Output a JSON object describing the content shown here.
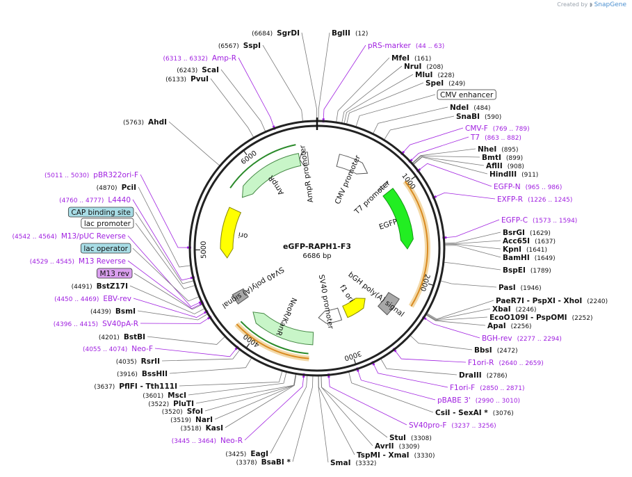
{
  "header": {
    "credit_prefix": "Created by",
    "credit_brand": "SnapGene"
  },
  "plasmid": {
    "name": "eGFP-RAPH1-F3",
    "size_label": "6686 bp",
    "length": 6686
  },
  "ticks": [
    {
      "label": "1000",
      "pos": 1000
    },
    {
      "label": "2000",
      "pos": 2000
    },
    {
      "label": "3000",
      "pos": 3000
    },
    {
      "label": "4000",
      "pos": 4000
    },
    {
      "label": "5000",
      "pos": 5000
    },
    {
      "label": "6000",
      "pos": 6000
    }
  ],
  "colors": {
    "feature": "#a020e0",
    "egfp": "#22ee22",
    "ori": "#ffff00",
    "orange": "#e8a040",
    "neo": "#c8f5c8",
    "amp": "#c8f5c8"
  },
  "labels": [
    {
      "name": "SgrDI",
      "pos": "(6684)",
      "kind": "site",
      "site": 6684
    },
    {
      "name": "BglII",
      "pos": "(12)",
      "kind": "site",
      "site": 12
    },
    {
      "name": "SspI",
      "pos": "(6567)",
      "kind": "site",
      "site": 6567
    },
    {
      "name": "pRS-marker",
      "pos": "(44 .. 63)",
      "kind": "feat",
      "site": 53
    },
    {
      "name": "Amp-R",
      "pos": "(6313 .. 6332)",
      "kind": "feat",
      "site": 6322
    },
    {
      "name": "MfeI",
      "pos": "(161)",
      "kind": "site",
      "site": 161
    },
    {
      "name": "ScaI",
      "pos": "(6243)",
      "kind": "site",
      "site": 6243
    },
    {
      "name": "NruI",
      "pos": "(208)",
      "kind": "site",
      "site": 208
    },
    {
      "name": "PvuI",
      "pos": "(6133)",
      "kind": "site",
      "site": 6133
    },
    {
      "name": "MluI",
      "pos": "(228)",
      "kind": "site",
      "site": 228
    },
    {
      "name": "SpeI",
      "pos": "(249)",
      "kind": "site",
      "site": 249
    },
    {
      "name": "CMV enhancer",
      "pos": "",
      "kind": "box",
      "site": 330
    },
    {
      "name": "NdeI",
      "pos": "(484)",
      "kind": "site",
      "site": 484
    },
    {
      "name": "AhdI",
      "pos": "(5763)",
      "kind": "site",
      "site": 5763
    },
    {
      "name": "SnaBI",
      "pos": "(590)",
      "kind": "site",
      "site": 590
    },
    {
      "name": "CMV-F",
      "pos": "(769 .. 789)",
      "kind": "feat",
      "site": 779
    },
    {
      "name": "T7",
      "pos": "(863 .. 882)",
      "kind": "feat",
      "site": 872
    },
    {
      "name": "NheI",
      "pos": "(895)",
      "kind": "site",
      "site": 895
    },
    {
      "name": "BmtI",
      "pos": "(899)",
      "kind": "site",
      "site": 899
    },
    {
      "name": "AflII",
      "pos": "(908)",
      "kind": "site",
      "site": 908
    },
    {
      "name": "HindIII",
      "pos": "(911)",
      "kind": "site",
      "site": 911
    },
    {
      "name": "pBR322ori-F",
      "pos": "(5011 .. 5030)",
      "kind": "feat",
      "site": 5020
    },
    {
      "name": "PciI",
      "pos": "(4870)",
      "kind": "site",
      "site": 4870
    },
    {
      "name": "EGFP-N",
      "pos": "(965 .. 986)",
      "kind": "feat",
      "site": 975
    },
    {
      "name": "L4440",
      "pos": "(4760 .. 4777)",
      "kind": "feat",
      "site": 4768
    },
    {
      "name": "EXFP-R",
      "pos": "(1226 .. 1245)",
      "kind": "feat",
      "site": 1235
    },
    {
      "name": "CAP binding site",
      "pos": "",
      "kind": "boxblue",
      "site": 4740
    },
    {
      "name": "lac promoter",
      "pos": "",
      "kind": "box",
      "site": 4700
    },
    {
      "name": "EGFP-C",
      "pos": "(1573 .. 1594)",
      "kind": "feat",
      "site": 1583
    },
    {
      "name": "M13/pUC Reverse",
      "pos": "(4542 .. 4564)",
      "kind": "feat",
      "site": 4553
    },
    {
      "name": "BsrGI",
      "pos": "(1629)",
      "kind": "site",
      "site": 1629
    },
    {
      "name": "Acc65I",
      "pos": "(1637)",
      "kind": "site",
      "site": 1637
    },
    {
      "name": "lac operator",
      "pos": "",
      "kind": "boxblue",
      "site": 4600
    },
    {
      "name": "KpnI",
      "pos": "(1641)",
      "kind": "site",
      "site": 1641
    },
    {
      "name": "BamHI",
      "pos": "(1649)",
      "kind": "site",
      "site": 1649
    },
    {
      "name": "M13 Reverse",
      "pos": "(4529 .. 4545)",
      "kind": "feat",
      "site": 4537
    },
    {
      "name": "BspEI",
      "pos": "(1789)",
      "kind": "site",
      "site": 1789
    },
    {
      "name": "M13 rev",
      "pos": "",
      "kind": "boxpurple",
      "site": 4530
    },
    {
      "name": "BstZ17I",
      "pos": "(4491)",
      "kind": "site",
      "site": 4491
    },
    {
      "name": "PasI",
      "pos": "(1946)",
      "kind": "site",
      "site": 1946
    },
    {
      "name": "EBV-rev",
      "pos": "(4450 .. 4469)",
      "kind": "feat",
      "site": 4460
    },
    {
      "name": "PaeR7I - PspXI - XhoI",
      "pos": "(2240)",
      "kind": "site",
      "site": 2240
    },
    {
      "name": "BsmI",
      "pos": "(4439)",
      "kind": "site",
      "site": 4439
    },
    {
      "name": "XbaI",
      "pos": "(2246)",
      "kind": "site",
      "site": 2246
    },
    {
      "name": "EcoO109I - PspOMI",
      "pos": "(2252)",
      "kind": "site",
      "site": 2252
    },
    {
      "name": "SV40pA-R",
      "pos": "(4396 .. 4415)",
      "kind": "feat",
      "site": 4405
    },
    {
      "name": "ApaI",
      "pos": "(2256)",
      "kind": "site",
      "site": 2256
    },
    {
      "name": "BstBI",
      "pos": "(4201)",
      "kind": "site",
      "site": 4201
    },
    {
      "name": "BGH-rev",
      "pos": "(2277 .. 2294)",
      "kind": "feat",
      "site": 2285
    },
    {
      "name": "Neo-F",
      "pos": "(4055 .. 4074)",
      "kind": "feat",
      "site": 4064
    },
    {
      "name": "BbsI",
      "pos": "(2472)",
      "kind": "site",
      "site": 2472
    },
    {
      "name": "RsrII",
      "pos": "(4035)",
      "kind": "site",
      "site": 4035
    },
    {
      "name": "F1ori-R",
      "pos": "(2640 .. 2659)",
      "kind": "feat",
      "site": 2650
    },
    {
      "name": "BssHII",
      "pos": "(3916)",
      "kind": "site",
      "site": 3916
    },
    {
      "name": "DraIII",
      "pos": "(2786)",
      "kind": "site",
      "site": 2786
    },
    {
      "name": "PflFI - Tth111I",
      "pos": "(3637)",
      "kind": "site",
      "site": 3637
    },
    {
      "name": "F1ori-F",
      "pos": "(2850 .. 2871)",
      "kind": "feat",
      "site": 2860
    },
    {
      "name": "MscI",
      "pos": "(3601)",
      "kind": "site",
      "site": 3601
    },
    {
      "name": "pBABE 3'",
      "pos": "(2990 .. 3010)",
      "kind": "feat",
      "site": 3000
    },
    {
      "name": "PluTI",
      "pos": "(3522)",
      "kind": "site",
      "site": 3522
    },
    {
      "name": "CsiI - SexAI *",
      "pos": "(3076)",
      "kind": "site",
      "site": 3076
    },
    {
      "name": "SfoI",
      "pos": "(3520)",
      "kind": "site",
      "site": 3520
    },
    {
      "name": "NarI",
      "pos": "(3519)",
      "kind": "site",
      "site": 3519
    },
    {
      "name": "SV40pro-F",
      "pos": "(3237 .. 3256)",
      "kind": "feat",
      "site": 3246
    },
    {
      "name": "KasI",
      "pos": "(3518)",
      "kind": "site",
      "site": 3518
    },
    {
      "name": "Neo-R",
      "pos": "(3445 .. 3464)",
      "kind": "feat",
      "site": 3454
    },
    {
      "name": "StuI",
      "pos": "(3308)",
      "kind": "site",
      "site": 3308
    },
    {
      "name": "AvrII",
      "pos": "(3309)",
      "kind": "site",
      "site": 3309
    },
    {
      "name": "EagI",
      "pos": "(3425)",
      "kind": "site",
      "site": 3425
    },
    {
      "name": "TspMI - XmaI",
      "pos": "(3330)",
      "kind": "site",
      "site": 3330
    },
    {
      "name": "BsaBI *",
      "pos": "(3378)",
      "kind": "site",
      "site": 3378
    },
    {
      "name": "SmaI",
      "pos": "(3332)",
      "kind": "site",
      "site": 3332
    }
  ],
  "features": [
    {
      "name": "CMV promoter",
      "start": 250,
      "end": 630,
      "dir": 1,
      "style": "white"
    },
    {
      "name": "T7 promoter",
      "start": 860,
      "end": 885,
      "dir": 1,
      "style": "white"
    },
    {
      "name": "EGFP",
      "start": 960,
      "end": 1680,
      "dir": 1,
      "style": "egfp"
    },
    {
      "name": "bGH poly(A) signal",
      "start": 2260,
      "end": 2480,
      "dir": 0,
      "style": "gray"
    },
    {
      "name": "f1 ori",
      "start": 2530,
      "end": 2900,
      "dir": -1,
      "style": "ori"
    },
    {
      "name": "SV40 promoter",
      "start": 2990,
      "end": 3320,
      "dir": 1,
      "style": "white"
    },
    {
      "name": "NeoR/KanR",
      "start": 3390,
      "end": 4180,
      "dir": 1,
      "style": "neo"
    },
    {
      "name": "SV40 poly(A) signal",
      "start": 4360,
      "end": 4480,
      "dir": 0,
      "style": "gray"
    },
    {
      "name": "ori",
      "start": 4900,
      "end": 5480,
      "dir": -1,
      "style": "ori"
    },
    {
      "name": "AmpR",
      "start": 5650,
      "end": 6480,
      "dir": -1,
      "style": "amp"
    },
    {
      "name": "AmpR promoter",
      "start": 6480,
      "end": 6580,
      "dir": -1,
      "style": "white"
    }
  ],
  "arcs": [
    {
      "start": 980,
      "end": 2260
    },
    {
      "start": 3420,
      "end": 4210
    }
  ],
  "greenArcs": [
    {
      "start": 3430,
      "end": 4200,
      "dir": 1
    },
    {
      "start": 5660,
      "end": 6470,
      "dir": -1
    }
  ]
}
